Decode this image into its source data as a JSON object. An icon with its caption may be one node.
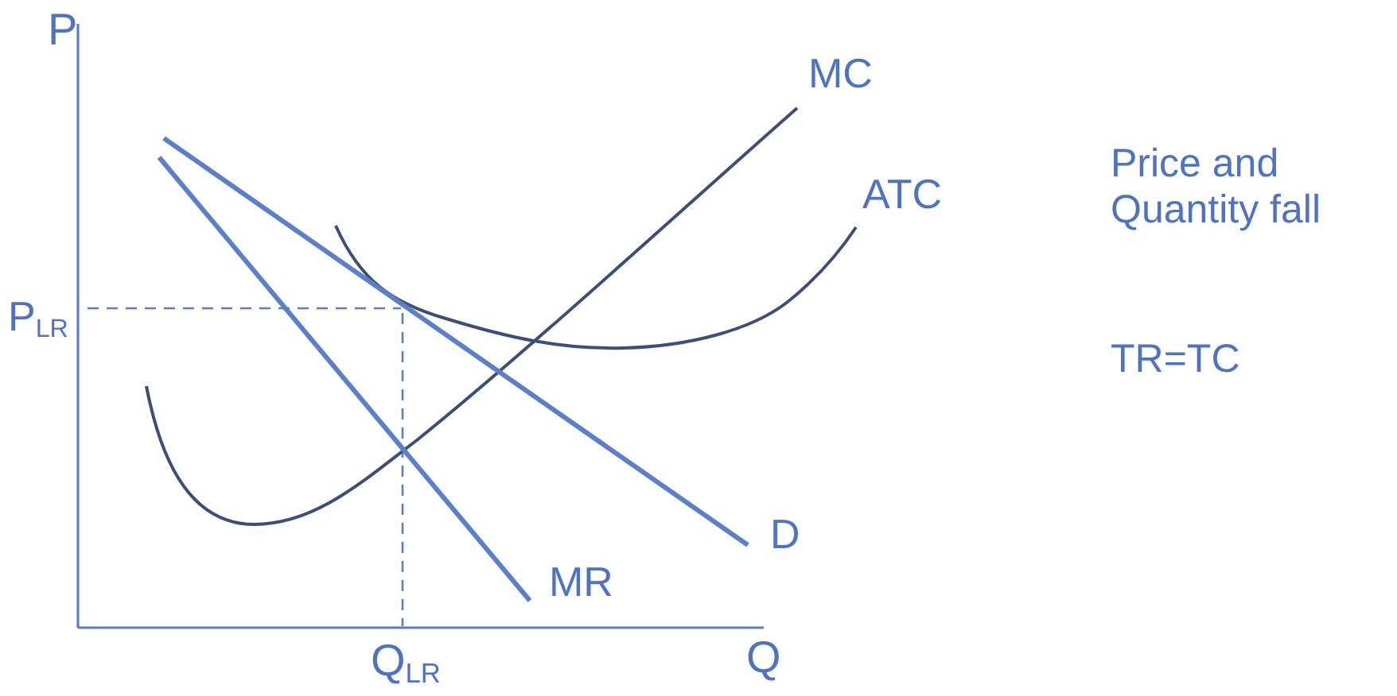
{
  "diagram": {
    "labels": [
      "P",
      "MC",
      "ATC",
      "Price and Quantity fall",
      "P$_{LR}$",
      "TR=TC",
      "D",
      "MR",
      "Q$_{LR}$",
      "Q"
    ]
  }
}
